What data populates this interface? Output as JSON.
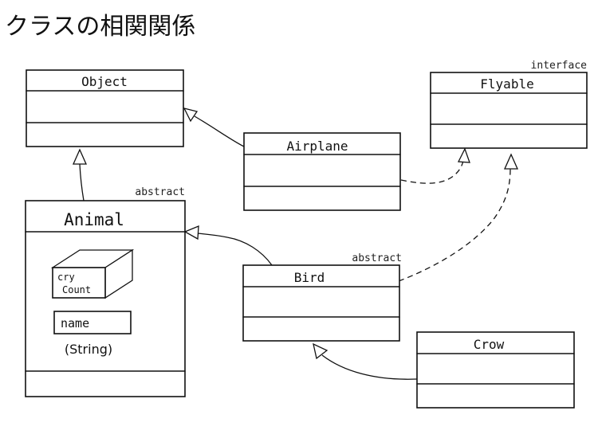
{
  "title": "クラスの相関関係",
  "classes": {
    "object": {
      "name": "Object"
    },
    "flyable": {
      "name": "Flyable",
      "stereotype": "interface"
    },
    "airplane": {
      "name": "Airplane"
    },
    "animal": {
      "name": "Animal",
      "stereotype": "abstract"
    },
    "bird": {
      "name": "Bird",
      "stereotype": "abstract"
    },
    "crow": {
      "name": "Crow"
    }
  },
  "animal_members": {
    "cry_count_line1": "cry",
    "cry_count_line2": "Count",
    "name_field": "name",
    "name_type": "(String)"
  },
  "relations": [
    {
      "from": "Airplane",
      "to": "Object",
      "kind": "inheritance"
    },
    {
      "from": "Animal",
      "to": "Object",
      "kind": "inheritance"
    },
    {
      "from": "Airplane",
      "to": "Flyable",
      "kind": "realization"
    },
    {
      "from": "Bird",
      "to": "Flyable",
      "kind": "realization"
    },
    {
      "from": "Bird",
      "to": "Animal",
      "kind": "inheritance"
    },
    {
      "from": "Crow",
      "to": "Bird",
      "kind": "inheritance"
    }
  ]
}
